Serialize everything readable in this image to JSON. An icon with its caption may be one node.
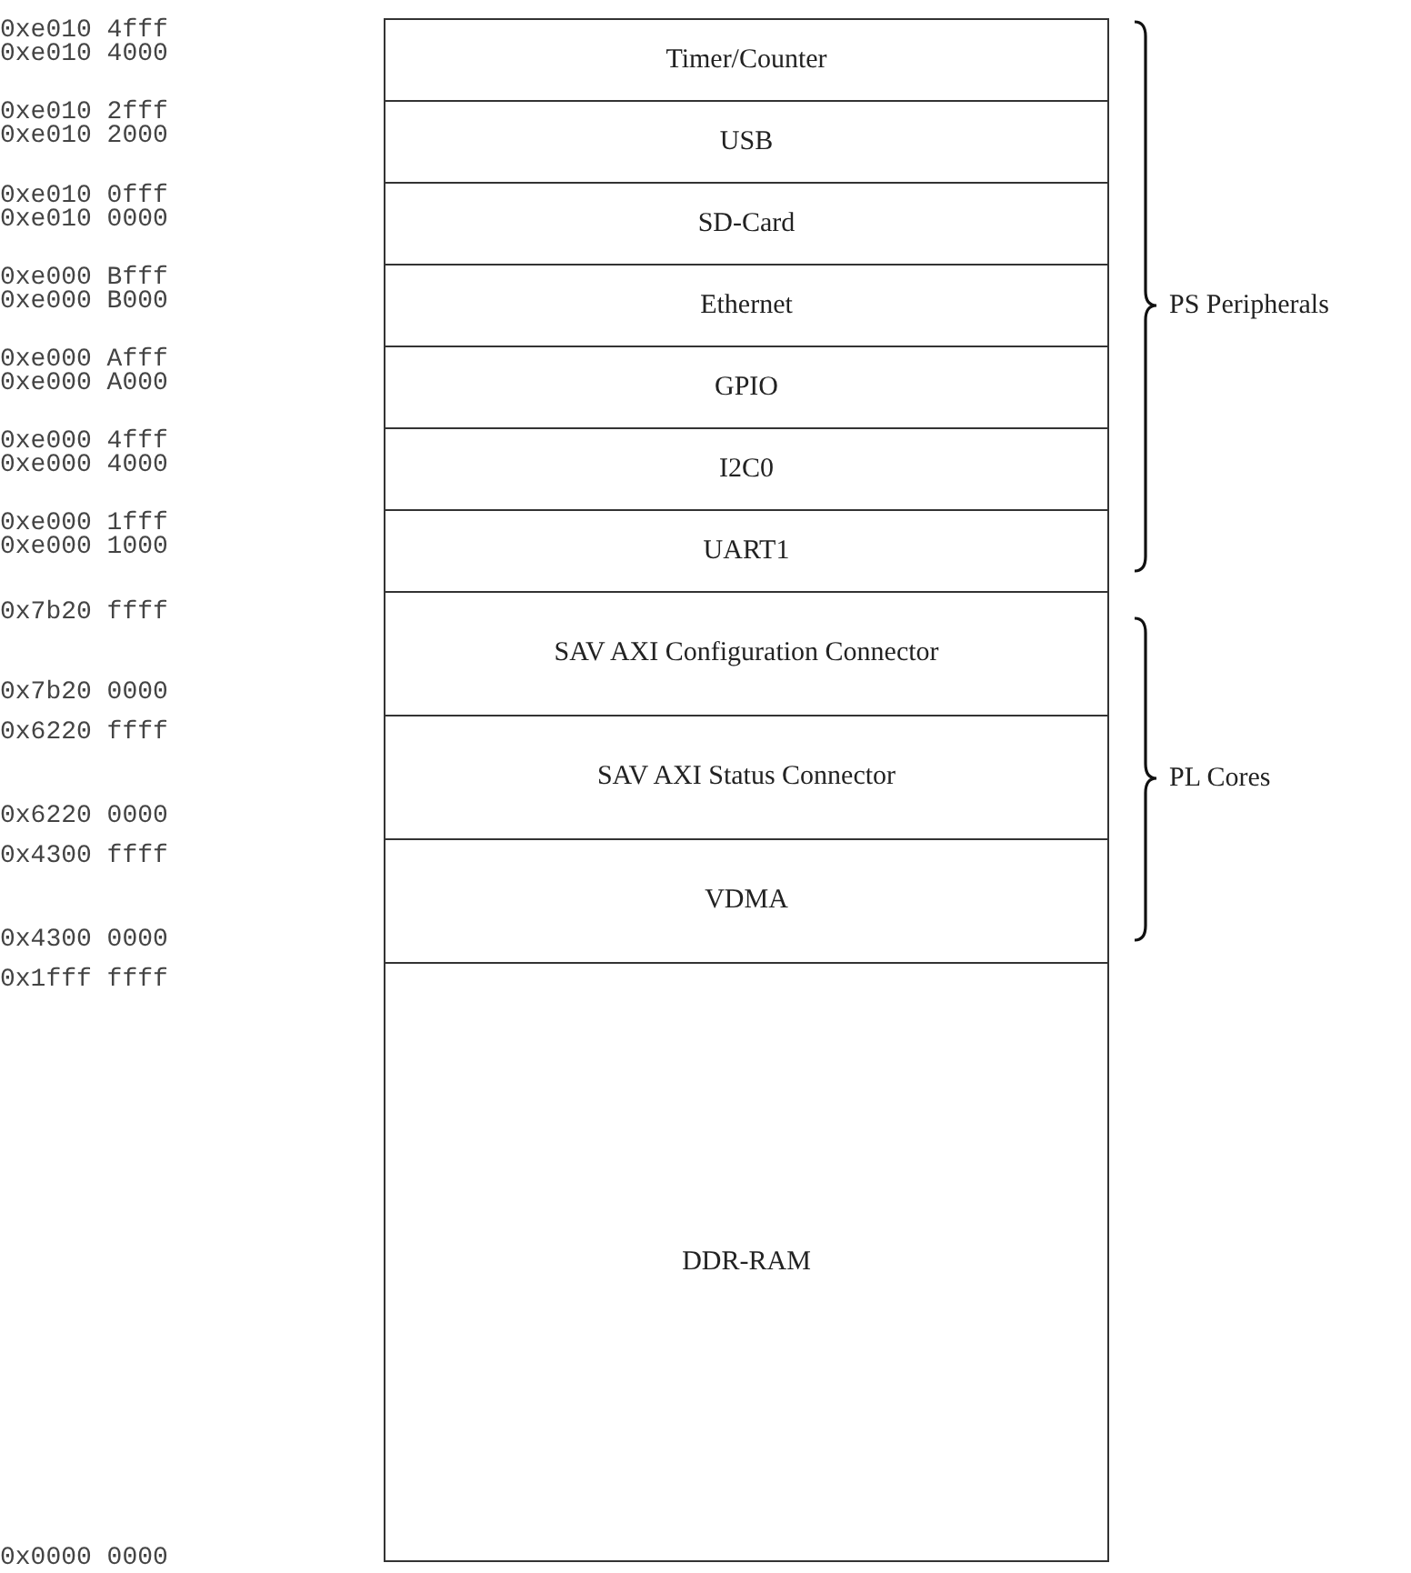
{
  "diagram": {
    "nodes": [
      {
        "text": [
          "Timer/Counter"
        ]
      },
      {
        "text": [
          "USB"
        ]
      },
      {
        "text": [
          "SD-Card"
        ]
      },
      {
        "text": [
          "Ethernet"
        ]
      },
      {
        "text": [
          "GPIO"
        ]
      },
      {
        "text": [
          "I2C0"
        ]
      },
      {
        "text": [
          "UART1"
        ]
      },
      {
        "text": [
          "SAV AXI Configuration Connector"
        ]
      },
      {
        "text": [
          "SAV AXI Status Connector"
        ]
      },
      {
        "text": [
          "VDMA"
        ]
      },
      {
        "text": [
          "DDR-RAM"
        ]
      }
    ],
    "labels": [
      "0xe010 4fff",
      "0xe010 4000",
      "0xe010 2fff",
      "0xe010 2000",
      "0xe010 0fff",
      "0xe010 0000",
      "0xe000 Bfff",
      "0xe000 B000",
      "0xe000 Afff",
      "0xe000 A000",
      "0xe000 4fff",
      "0xe000 4000",
      "0xe000 1fff",
      "0xe000 1000",
      "0x7b20 ffff",
      "0x7b20 0000",
      "0x6220 ffff",
      "0x6220 0000",
      "0x4300 ffff",
      "0x4300 0000",
      "0x1fff ffff",
      "0x0000 0000",
      "PS Peripherals",
      "PL Cores"
    ]
  }
}
